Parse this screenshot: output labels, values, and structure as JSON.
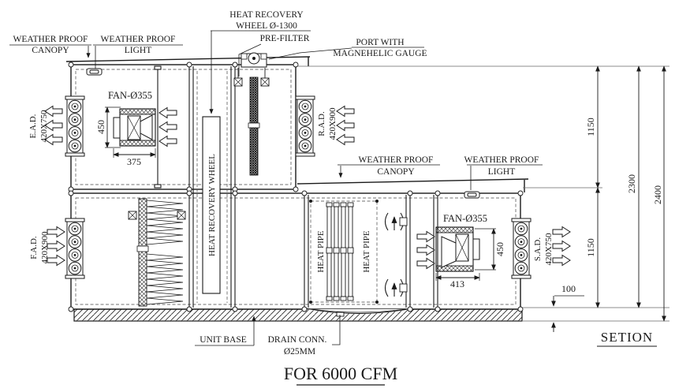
{
  "drawing_title": "FOR 6000 CFM",
  "view_label": "SETION",
  "callouts": {
    "canopy_left": [
      "WEATHER PROOF",
      "CANOPY"
    ],
    "light_left": [
      "WEATHER PROOF",
      "LIGHT"
    ],
    "heat_recovery_wheel_top": [
      "HEAT RECOVERY",
      "WHEEL Ø-1300"
    ],
    "pre_filter": "PRE-FILTER",
    "magnehelic_port": [
      "PORT WITH",
      "MAGNEHELIC GAUGE"
    ],
    "canopy_right": [
      "WEATHER PROOF",
      "CANOPY"
    ],
    "light_right": [
      "WEATHER PROOF",
      "LIGHT"
    ],
    "fan_left": "FAN-Ø355",
    "fan_right": "FAN-Ø355",
    "heat_recovery_wheel_vertical": "HEAT RECOVERY WHEEL",
    "heat_pipe_left": "HEAT PIPE",
    "heat_pipe_right": "HEAT PIPE",
    "unit_base": "UNIT BASE",
    "drain_conn": [
      "DRAIN CONN.",
      "Ø25MM"
    ]
  },
  "air_dampers": {
    "ead": [
      "E.A.D.",
      "420X750"
    ],
    "rad": [
      "R.A.D.",
      "420X900"
    ],
    "fad": [
      "F.A.D.",
      "420X900"
    ],
    "sad": [
      "S.A.D.",
      "420X750"
    ]
  },
  "dimensions": {
    "fan_left_height": "450",
    "fan_left_width": "375",
    "fan_right_height": "450",
    "fan_right_width": "413",
    "upper_height": "1150",
    "lower_height": "1150",
    "unit_height": "2300",
    "overall_height": "2400",
    "base_height": "100"
  },
  "colors": {
    "line": "#1a1a1a",
    "background": "#ffffff"
  }
}
